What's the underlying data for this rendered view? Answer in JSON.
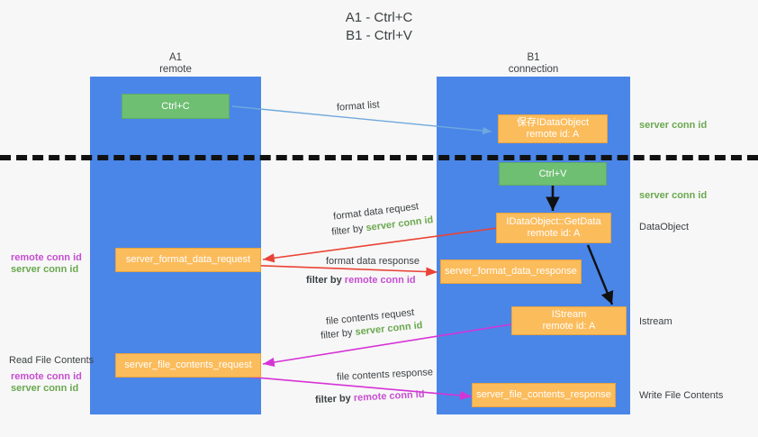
{
  "title": {
    "line1": "A1 - Ctrl+C",
    "line2": "B1 - Ctrl+V"
  },
  "columns": [
    {
      "name": "A1",
      "sub": "remote"
    },
    {
      "name": "B1",
      "sub": "connection"
    }
  ],
  "boxes": {
    "ctrl_c": {
      "label": "Ctrl+C"
    },
    "ctrl_v": {
      "label": "Ctrl+V"
    },
    "save_dataobject": {
      "line1": "保存IDataObject",
      "line2": "remote id: A"
    },
    "getdata": {
      "line1": "IDataObject::GetData",
      "line2": "remote id: A"
    },
    "istream": {
      "line1": "IStream",
      "line2": "remote id: A"
    },
    "server_format_data_request": {
      "label": "server_format_data_request"
    },
    "server_format_data_response": {
      "label": "server_format_data_response"
    },
    "server_file_contents_request": {
      "label": "server_file_contents_request"
    },
    "server_file_contents_response": {
      "label": "server_file_contents_response"
    }
  },
  "edge_labels": {
    "format_list": "format list",
    "format_data_request": "format data request",
    "format_data_request_filter_prefix": "filter by ",
    "format_data_request_filter_value": "server conn id",
    "format_data_response": "format data response",
    "format_data_response_filter_prefix": "filter by ",
    "format_data_response_filter_value": "remote conn id",
    "file_contents_request": "file contents request",
    "file_contents_request_filter_prefix": "filter by ",
    "file_contents_request_filter_value": "server conn id",
    "file_contents_response": "file contents response",
    "file_contents_response_filter_prefix": "filter by ",
    "file_contents_response_filter_value": "remote conn id"
  },
  "right_labels": {
    "server_conn_id_top": "server conn id",
    "server_conn_id_mid": "server conn id",
    "dataobject": "DataObject",
    "istream": "Istream",
    "write_file_contents": "Write File Contents"
  },
  "left_labels": {
    "remote_conn_id_1": "remote conn id",
    "server_conn_id_1": "server conn id",
    "read_file_contents": "Read File Contents",
    "remote_conn_id_2": "remote conn id",
    "server_conn_id_2": "server conn id"
  },
  "colors": {
    "lane": "#4a86e8",
    "orange": "#fbbc5c",
    "green_box": "#6fbf73",
    "green_text": "#6aa84f",
    "magenta_text": "#c64ed0",
    "red_arrow": "#ea4335",
    "magenta_arrow": "#d633d6",
    "blue_arrow": "#6fa8dc",
    "black_arrow": "#111111",
    "background": "#f7f7f7"
  }
}
